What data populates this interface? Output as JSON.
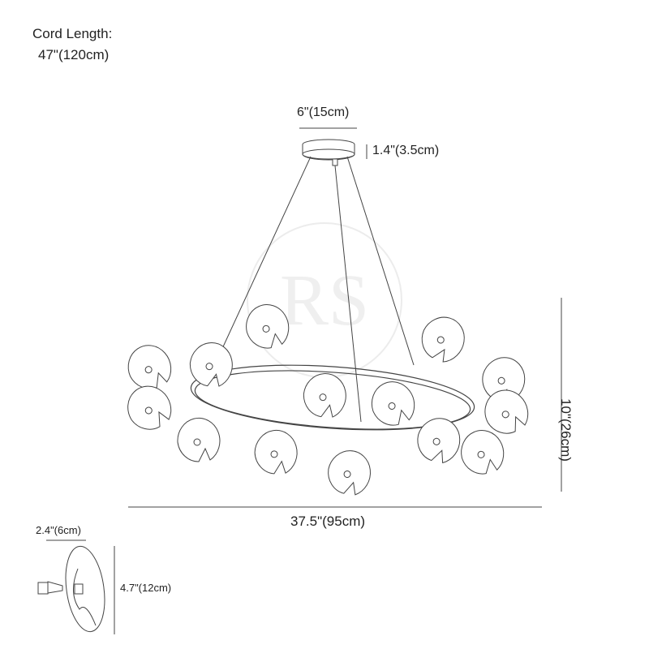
{
  "cord": {
    "label": "Cord Length:",
    "value": "47\"(120cm)"
  },
  "dimensions": {
    "canopy_width": "6\"(15cm)",
    "canopy_height": "1.4\"(3.5cm)",
    "height": "10\"(26cm)",
    "width": "37.5\"(95cm)",
    "shade_width": "2.4\"(6cm)",
    "shade_height": "4.7\"(12cm)"
  },
  "colors": {
    "line": "#333333",
    "text": "#222222",
    "watermark": "#e6e6e6"
  }
}
